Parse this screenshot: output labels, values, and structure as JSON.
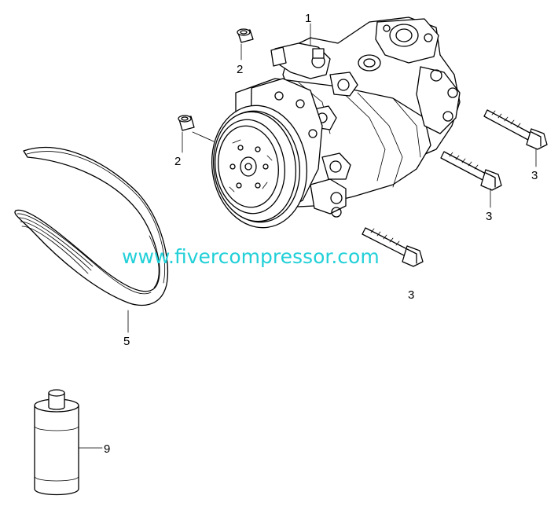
{
  "diagram": {
    "callouts": {
      "compressor": "1",
      "bushing_top": "2",
      "bushing_left": "2",
      "bolt_upper": "3",
      "bolt_middle": "3",
      "bolt_lower": "3",
      "belt": "5",
      "oil_bottle": "9"
    },
    "watermark": "www.fivercompressor.com"
  }
}
